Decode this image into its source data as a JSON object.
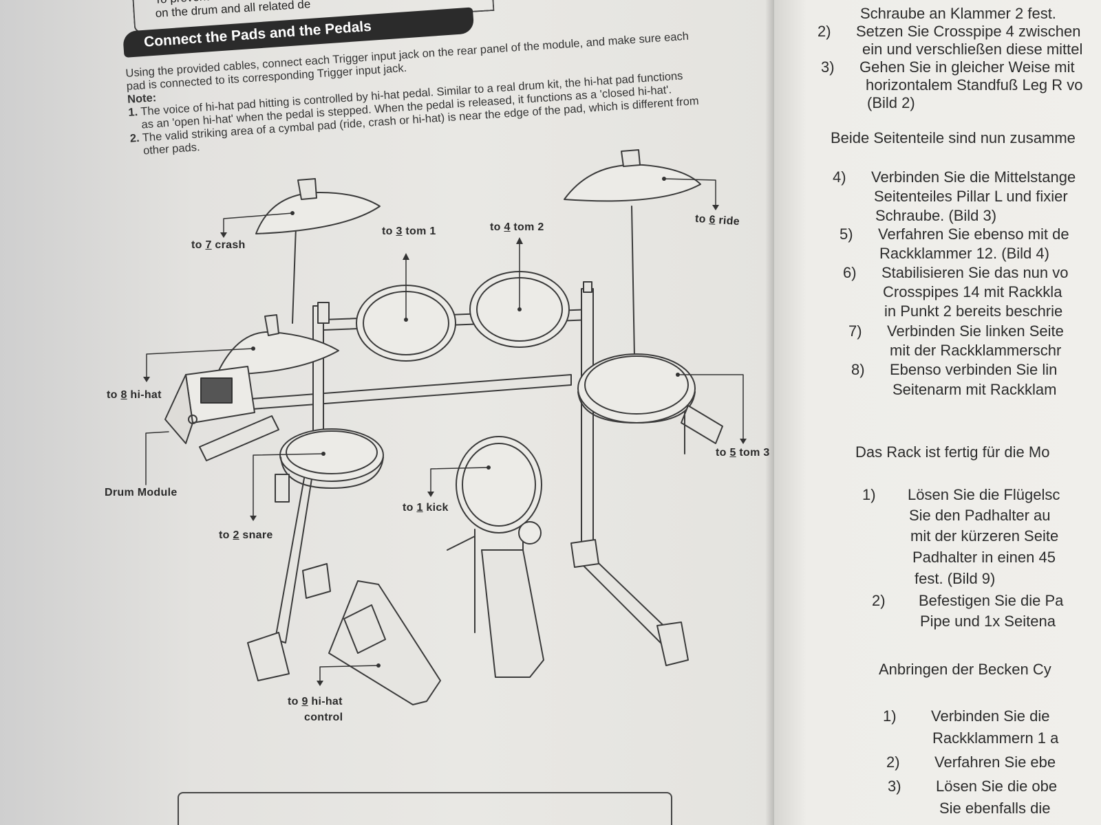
{
  "left_page": {
    "warning_line1": "To prevent electric",
    "warning_line2": "on the drum and all related de",
    "section_title": "Connect the Pads and the Pedals",
    "intro_line1": "Using the provided cables, connect each Trigger input jack on the rear panel of the module, and make sure each",
    "intro_line2": "pad is connected to its corresponding Trigger input jack.",
    "note_label": "Note:",
    "note1_num": "1.",
    "note1_line1": "The voice of hi-hat pad hitting is controlled by hi-hat pedal. Similar to a real drum kit, the hi-hat pad functions",
    "note1_line2": "as an 'open hi-hat' when the pedal is stepped. When the pedal is released, it functions as a 'closed hi-hat'.",
    "note2_num": "2.",
    "note2_line1": "The valid striking area of a cymbal pad (ride, crash or hi-hat) is near the edge of the pad, which is different from",
    "note2_line2": "other pads."
  },
  "diagram_labels": {
    "crash": {
      "pre": "to ",
      "num": "7",
      "post": " crash"
    },
    "tom1": {
      "pre": "to ",
      "num": "3",
      "post": " tom 1"
    },
    "tom2": {
      "pre": "to ",
      "num": "4",
      "post": " tom 2"
    },
    "ride": {
      "pre": "to ",
      "num": "6",
      "post": " ride"
    },
    "hihat": {
      "pre": "to ",
      "num": "8",
      "post": " hi-hat"
    },
    "tom3": {
      "pre": "to ",
      "num": "5",
      "post": " tom 3"
    },
    "module": "Drum Module",
    "kick": {
      "pre": "to ",
      "num": "1",
      "post": " kick"
    },
    "snare": {
      "pre": "to ",
      "num": "2",
      "post": " snare"
    },
    "hihat_control_line1": {
      "pre": "to ",
      "num": "9",
      "post": " hi-hat"
    },
    "hihat_control_line2": "control"
  },
  "right_page": {
    "l01": "Schraube an Klammer 2 fest.",
    "l02_num": "2)",
    "l02": "Setzen Sie Crosspipe 4 zwischen",
    "l03": "ein und verschließen diese mittel",
    "l04_num": "3)",
    "l04": "Gehen Sie in gleicher Weise mit",
    "l05": "horizontalem Standfuß Leg R vo",
    "l06": "(Bild 2)",
    "l07": "Beide Seitenteile sind nun zusamme",
    "l08_num": "4)",
    "l08": "Verbinden Sie die Mittelstange",
    "l09": "Seitenteiles Pillar L und fixier",
    "l10": "Schraube. (Bild 3)",
    "l11_num": "5)",
    "l11": "Verfahren Sie ebenso mit de",
    "l12": "Rackklammer 12. (Bild 4)",
    "l13_num": "6)",
    "l13": "Stabilisieren Sie das nun vo",
    "l14": "Crosspipes 14 mit Rackkla",
    "l15": "in Punkt 2 bereits beschrie",
    "l16_num": "7)",
    "l16": "Verbinden Sie linken Seite",
    "l17": "mit der Rackklammerschr",
    "l18_num": "8)",
    "l18": "Ebenso verbinden Sie lin",
    "l19": "Seitenarm mit Rackklam",
    "l20": "Das Rack ist fertig für die Mo",
    "l21_num": "1)",
    "l21": "Lösen Sie die Flügelsc",
    "l22": "Sie den Padhalter au",
    "l23": "mit der kürzeren Seite",
    "l24": "Padhalter in einen 45",
    "l25": "fest. (Bild 9)",
    "l26_num": "2)",
    "l26": "Befestigen Sie die Pa",
    "l27": "Pipe und 1x Seitena",
    "l28": "Anbringen der Becken Cy",
    "l29_num": "1)",
    "l29": "Verbinden Sie die",
    "l30": "Rackklammern 1 a",
    "l31_num": "2)",
    "l31": "Verfahren Sie ebe",
    "l32_num": "3)",
    "l32": "Lösen Sie die obe",
    "l33": "Sie ebenfalls die"
  }
}
